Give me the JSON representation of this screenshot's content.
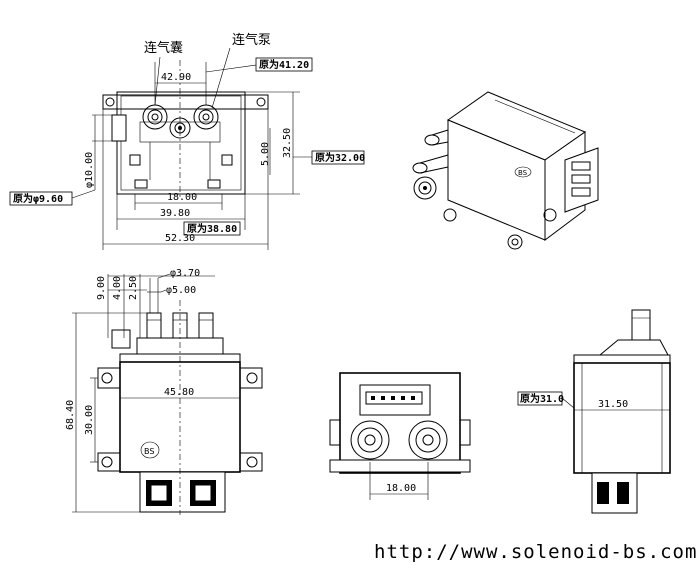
{
  "labels": {
    "airbag": "连气囊",
    "pump": "连气泵"
  },
  "notes": {
    "orig_4120": "原为41.20",
    "orig_3200": "原为32.00",
    "orig_phi960": "原为φ9.60",
    "orig_3880": "原为38.80",
    "orig_310": "原为31.0"
  },
  "dims": {
    "top_4290": "42.90",
    "top_3250": "32.50",
    "top_500": "5.00",
    "top_phi1000": "φ10.00",
    "top_1800": "18.00",
    "top_3980": "39.80",
    "top_5230": "52.30",
    "front_900": "9.00",
    "front_400": "4.00",
    "front_250": "2.50",
    "front_phi370": "φ3.70",
    "front_phi500": "φ5.00",
    "front_6840": "68.40",
    "front_3000": "30.00",
    "front_4580": "45.80",
    "bottom_1800": "18.00",
    "side_3150": "31.50"
  },
  "watermark": "http://www.solenoid-bs.com"
}
